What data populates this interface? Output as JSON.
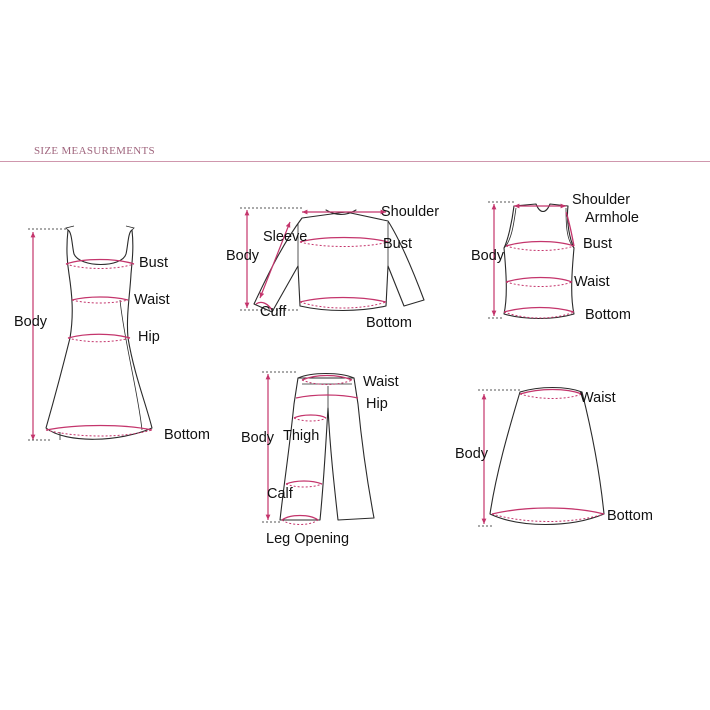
{
  "header": {
    "title": "SIZE MEASUREMENTS"
  },
  "colors": {
    "accent": "#c4356c",
    "outline": "#2a2a2a",
    "rule": "#cf97ad"
  },
  "dress": {
    "bust": "Bust",
    "waist": "Waist",
    "hip": "Hip",
    "body": "Body",
    "bottom": "Bottom"
  },
  "shirt": {
    "shoulder": "Shoulder",
    "sleeve": "Sleeve",
    "bust": "Bust",
    "body": "Body",
    "cuff": "Cuff",
    "bottom": "Bottom"
  },
  "tank": {
    "shoulder": "Shoulder",
    "armhole": "Armhole",
    "bust": "Bust",
    "body": "Body",
    "waist": "Waist",
    "bottom": "Bottom"
  },
  "pants": {
    "waist": "Waist",
    "hip": "Hip",
    "body": "Body",
    "thigh": "Thigh",
    "calf": "Calf",
    "leg_opening": "Leg Opening"
  },
  "skirt": {
    "waist": "Waist",
    "body": "Body",
    "bottom": "Bottom"
  }
}
